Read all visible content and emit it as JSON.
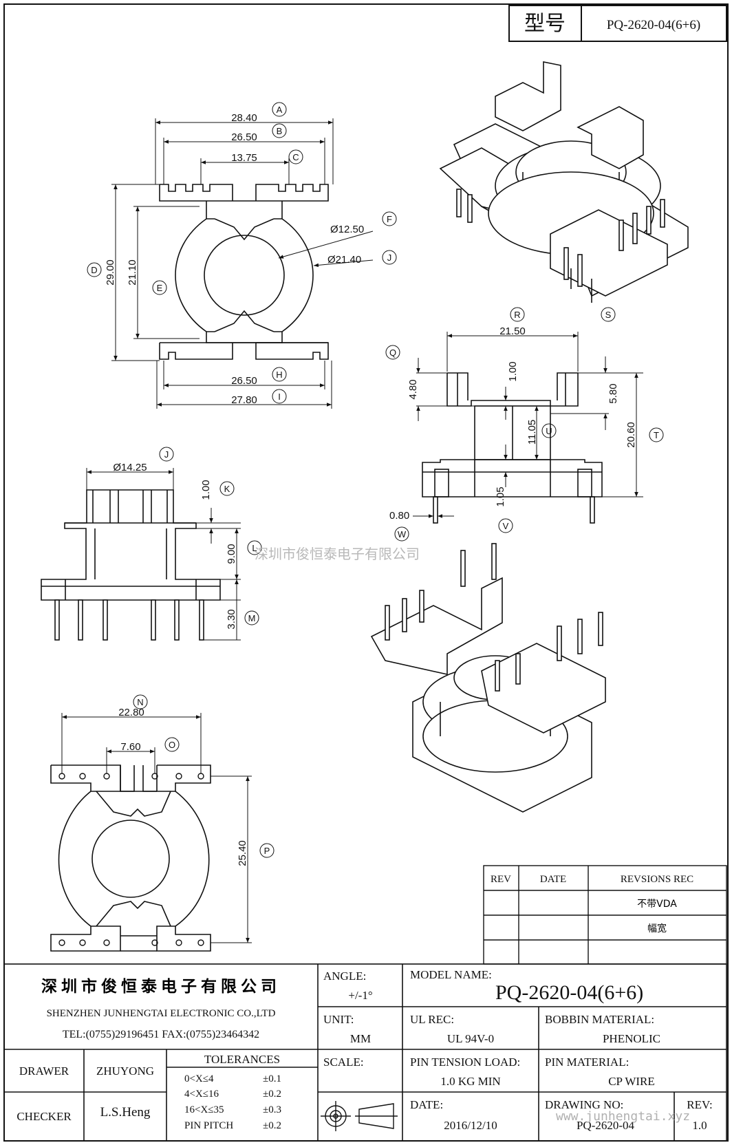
{
  "model_box": {
    "label": "型号",
    "value": "PQ-2620-04(6+6)"
  },
  "top_view": {
    "dims": {
      "A": "28.40",
      "B": "26.50",
      "C": "13.75",
      "D": "29.00",
      "E": "21.10",
      "F": "Ø12.50",
      "J": "Ø21.40",
      "H": "26.50",
      "I": "27.80"
    },
    "letters": {
      "A": "A",
      "B": "B",
      "C": "C",
      "D": "D",
      "E": "E",
      "F": "F",
      "J": "J",
      "H": "H",
      "I": "I"
    }
  },
  "side_view_1": {
    "dims": {
      "R": "21.50",
      "Q": "4.80",
      "S": "5.80",
      "top": "1.00",
      "U": "11.05",
      "T": "20.60",
      "V": "1.05",
      "pin": "0.80"
    },
    "letters": {
      "R": "R",
      "S": "S",
      "Q": "Q",
      "U": "U",
      "T": "T",
      "V": "V",
      "W": "W"
    }
  },
  "side_view_2": {
    "dims": {
      "J": "Ø14.25",
      "K": "1.00",
      "L": "9.00",
      "M": "3.30"
    },
    "letters": {
      "J": "J",
      "K": "K",
      "L": "L",
      "M": "M"
    }
  },
  "bottom_view": {
    "dims": {
      "N": "22.80",
      "O": "7.60",
      "P": "25.40"
    },
    "letters": {
      "N": "N",
      "O": "O",
      "P": "P"
    }
  },
  "watermark_cn": "深圳市俊恒泰电子有限公司",
  "watermark_url": "www.junhengtai.xyz",
  "revisions": {
    "headers": [
      "REV",
      "DATE",
      "REVSIONS REC"
    ],
    "rows": [
      [
        "",
        "",
        "不带VDA"
      ],
      [
        "",
        "",
        "幅宽"
      ],
      [
        "",
        "",
        ""
      ]
    ]
  },
  "title_block": {
    "company_cn": "深圳市俊恒泰电子有限公司",
    "company_en": "SHENZHEN JUNHENGTAI ELECTRONIC CO.,LTD",
    "contact": "TEL:(0755)29196451 FAX:(0755)23464342",
    "angle_label": "ANGLE:",
    "angle_value": "+/-1°",
    "model_label": "MODEL NAME:",
    "model_value": "PQ-2620-04(6+6)",
    "unit_label": "UNIT:",
    "unit_value": "MM",
    "ul_label": "UL REC:",
    "ul_value": "UL 94V-0",
    "bobbin_label": "BOBBIN MATERIAL:",
    "bobbin_value": "PHENOLIC",
    "scale_label": "SCALE:",
    "pin_tension_label": "PIN TENSION LOAD:",
    "pin_tension_value": "1.0 KG MIN",
    "pin_material_label": "PIN MATERIAL:",
    "pin_material_value": "CP WIRE",
    "drawer_label": "DRAWER",
    "drawer_value": "ZHUYONG",
    "checker_label": "CHECKER",
    "checker_value": "L.S.Heng",
    "tolerances_title": "TOLERANCES",
    "tolerances": [
      {
        "range": "0<X≤4",
        "value": "±0.1"
      },
      {
        "range": "4<X≤16",
        "value": "±0.2"
      },
      {
        "range": "16<X≤35",
        "value": "±0.3"
      },
      {
        "range": "PIN PITCH",
        "value": "±0.2"
      }
    ],
    "date_label": "DATE:",
    "date_value": "2016/12/10",
    "drawing_no_label": "DRAWING NO:",
    "drawing_no_value": "PQ-2620-04",
    "rev_label": "REV:",
    "rev_value": "1.0"
  }
}
